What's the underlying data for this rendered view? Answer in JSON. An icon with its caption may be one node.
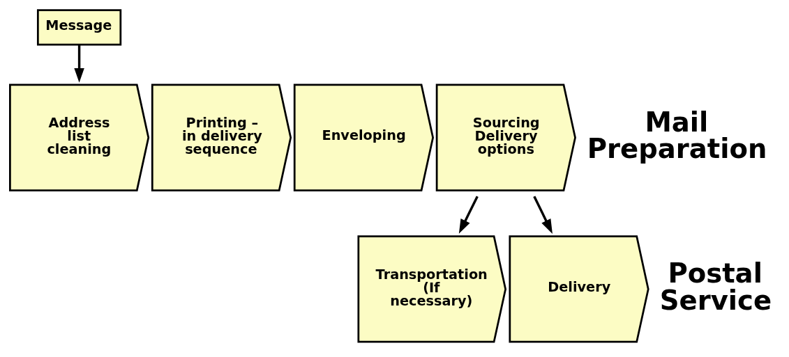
{
  "diagram": {
    "nodes": [
      {
        "text": [
          "Message"
        ]
      },
      {
        "text": [
          "Address list cleaning"
        ]
      },
      {
        "text": [
          "Printing – in delivery sequence"
        ]
      },
      {
        "text": [
          "Enveloping"
        ]
      },
      {
        "text": [
          "Sourcing Delivery options"
        ]
      },
      {
        "text": [
          "Transportation",
          "(If necessary)"
        ]
      },
      {
        "text": [
          "Delivery"
        ]
      }
    ],
    "edges": [
      {
        "from": 0,
        "to": 1,
        "arrow": "to"
      },
      {
        "from": 4,
        "to": 5,
        "arrow": "to"
      },
      {
        "from": 4,
        "to": 6,
        "arrow": "to"
      }
    ],
    "labels": [
      "Mail Preparation",
      "Postal Service"
    ]
  }
}
